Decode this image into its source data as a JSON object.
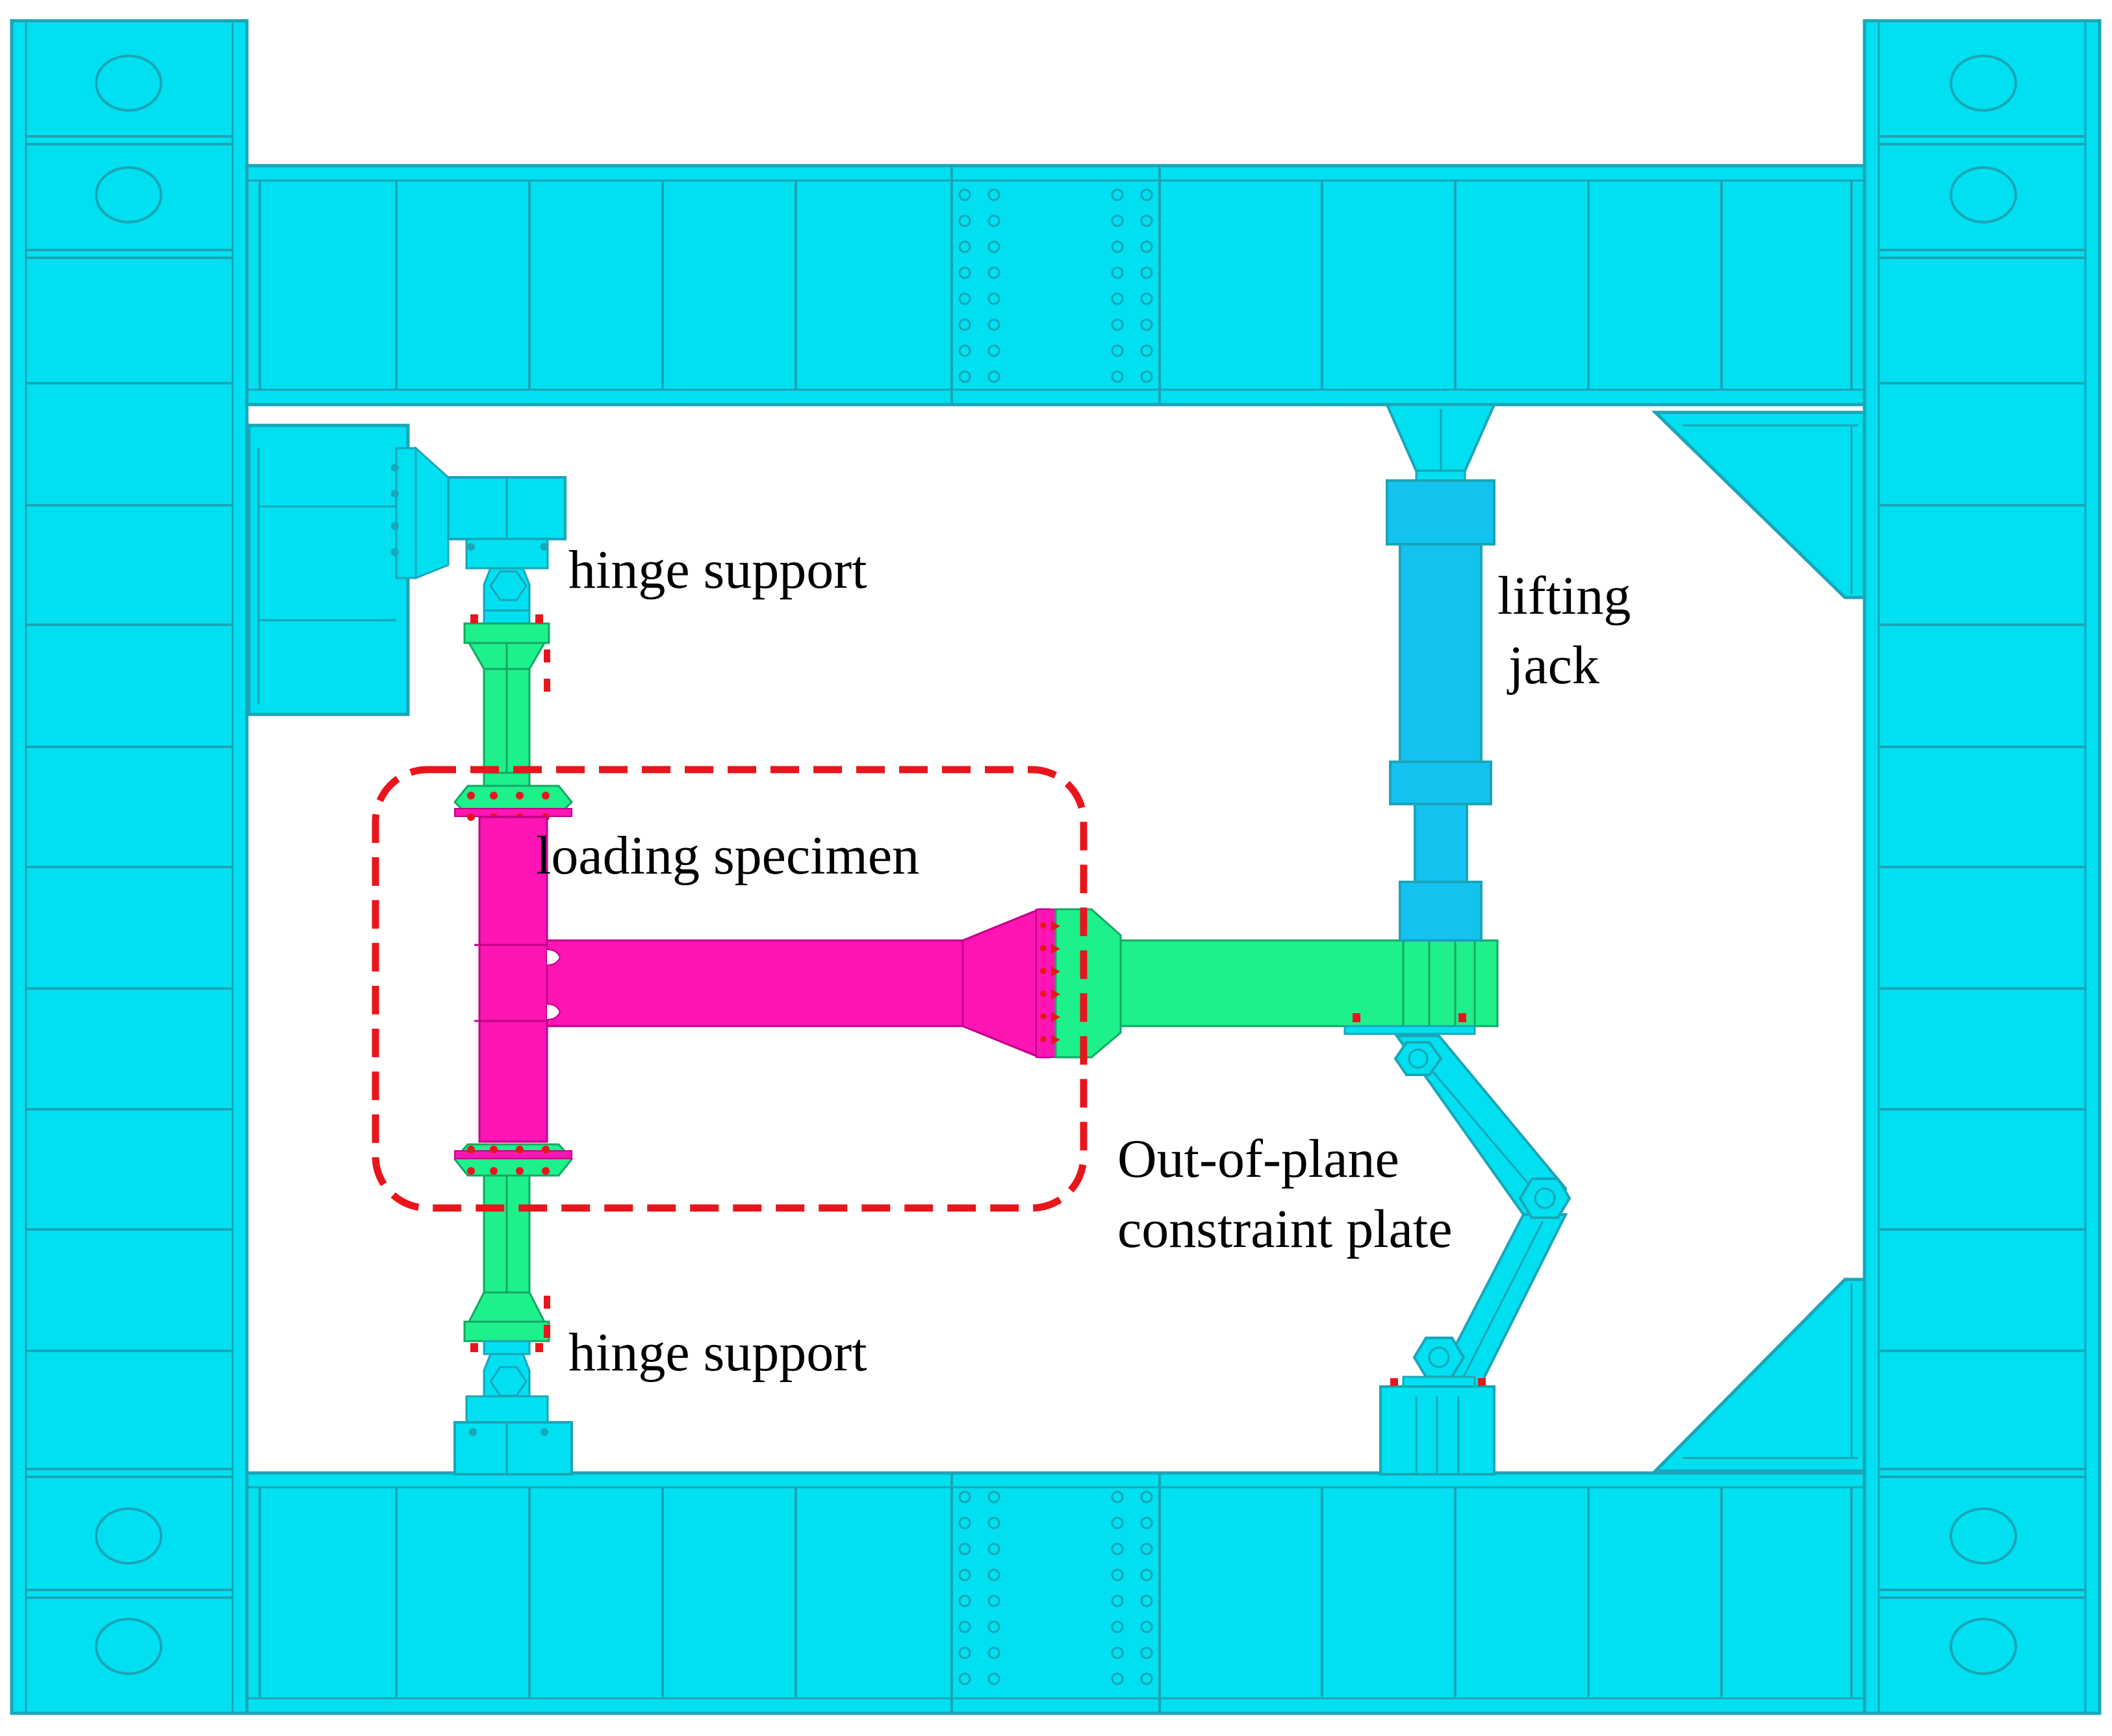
{
  "labels": {
    "hinge_support_top": "hinge support",
    "hinge_support_bottom": "hinge support",
    "loading_specimen": "loading specimen",
    "lifting_jack_line1": "lifting",
    "lifting_jack_line2": "jack",
    "constraint_line1": "Out-of-plane",
    "constraint_line2": "constraint plate"
  },
  "colors": {
    "frame": "#00E0F0",
    "frame_stroke": "#1AA5B8",
    "specimen": "#FF14B4",
    "specimen_stroke": "#C00088",
    "support": "#1EF08C",
    "support_stroke": "#13A862",
    "jack": "#14C2F0",
    "highlight_box": "#E8161C",
    "bolt": "#E8161C"
  }
}
